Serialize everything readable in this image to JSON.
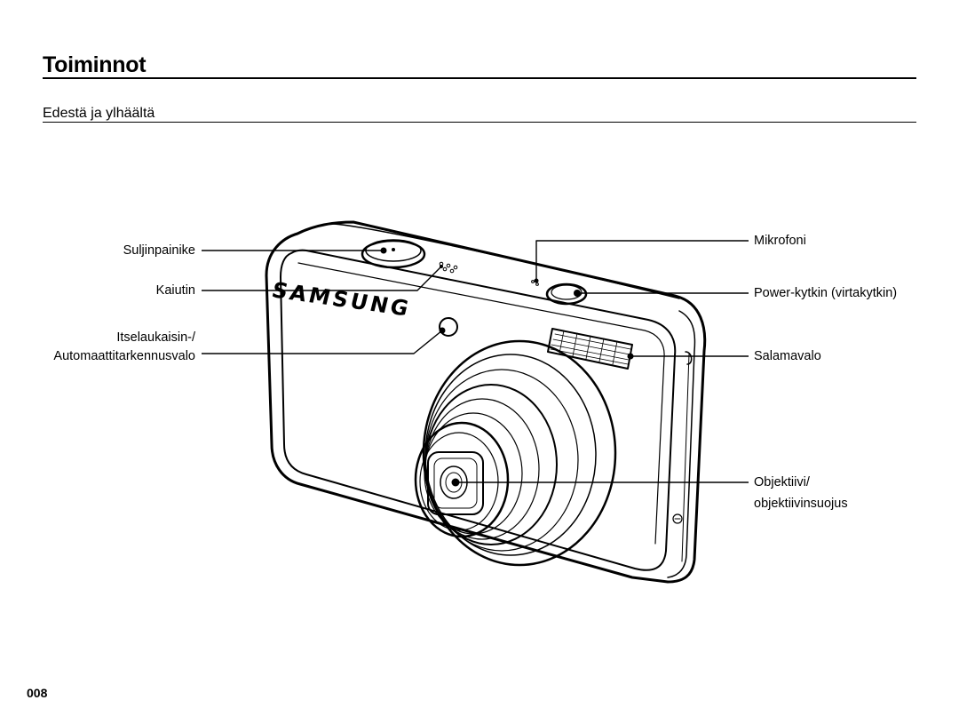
{
  "page": {
    "title": "Toiminnot",
    "section_title": "Edestä ja ylhäältä",
    "page_number": "008"
  },
  "camera": {
    "brand_logo": "SAMSUNG"
  },
  "callouts": {
    "shutter_button": "Suljinpainike",
    "speaker": "Kaiutin",
    "self_timer_lamp_line1": "Itselaukaisin-/",
    "self_timer_lamp_line2": "Automaattitarkennusvalo",
    "microphone": "Mikrofoni",
    "power_button": "Power-kytkin (virtakytkin)",
    "flash": "Salamavalo",
    "lens_line1": "Objektiivi/",
    "lens_line2": "objektiivinsuojus"
  }
}
